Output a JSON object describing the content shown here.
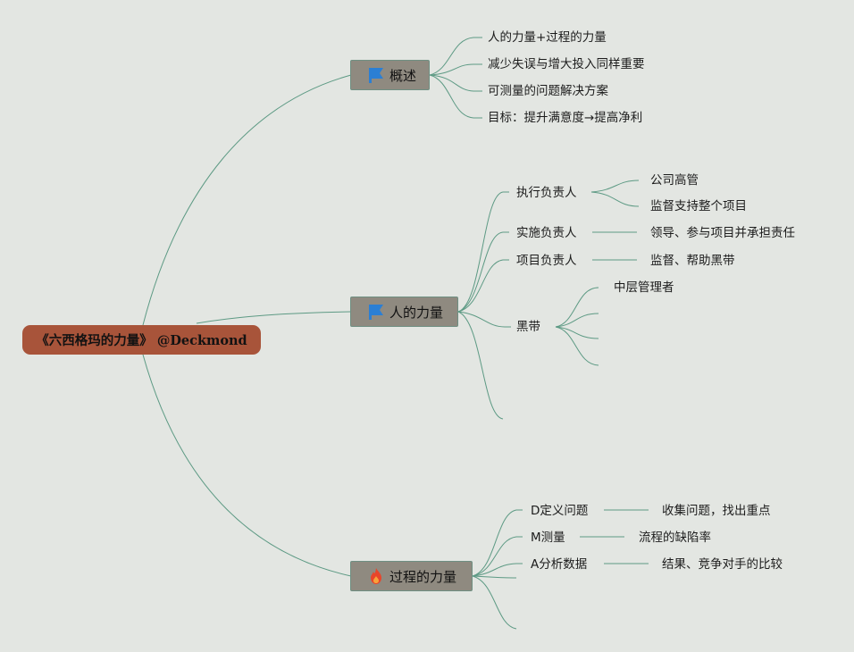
{
  "root": {
    "title": "《六西格玛的力量》 @Deckmond",
    "color": "#a8543a"
  },
  "line_color": "#5d9a84",
  "topics": {
    "overview": {
      "label": "概述",
      "icon": "blue-flag-icon",
      "items": [
        "人的力量+过程的力量",
        "减少失误与增大投入同样重要",
        "可测量的问题解决方案",
        "目标：提升满意度→提高净利"
      ]
    },
    "people": {
      "label": "人的力量",
      "icon": "blue-flag-icon",
      "branches": [
        {
          "label": "执行负责人",
          "children": [
            "公司高管",
            "监督支持整个项目"
          ]
        },
        {
          "label": "实施负责人",
          "children": [
            "领导、参与项目并承担责任"
          ]
        },
        {
          "label": "项目负责人",
          "children": [
            "监督、帮助黑带"
          ]
        },
        {
          "label": "黑带",
          "children": [
            "中层管理者",
            "",
            "",
            ""
          ]
        },
        {
          "label": "",
          "children": []
        }
      ]
    },
    "process": {
      "label": "过程的力量",
      "icon": "fire-icon",
      "branches": [
        {
          "label": "D定义问题",
          "children": [
            "收集问题，找出重点"
          ]
        },
        {
          "label": "M测量",
          "children": [
            "流程的缺陷率"
          ]
        },
        {
          "label": "A分析数据",
          "children": [
            "结果、竞争对手的比较"
          ]
        },
        {
          "label": "",
          "children": []
        },
        {
          "label": "",
          "children": []
        }
      ]
    }
  }
}
